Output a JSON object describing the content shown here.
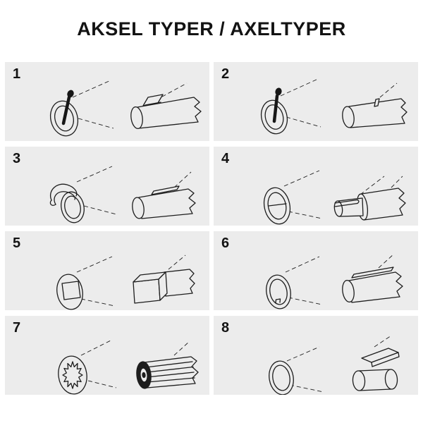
{
  "title": "AKSEL TYPER / AXELTYPER",
  "colors": {
    "background": "#ffffff",
    "cell_background": "#ececec",
    "line": "#1d1d1d",
    "text": "#131313"
  },
  "cells": [
    {
      "number": "1",
      "icon": "ring-with-locking-pin-and-slotted-shaft-icon"
    },
    {
      "number": "2",
      "icon": "ring-with-locking-pin-and-slot-hole-shaft-icon"
    },
    {
      "number": "3",
      "icon": "tube-with-spring-clip-and-keyed-shaft-icon"
    },
    {
      "number": "4",
      "icon": "tube-and-stepped-slotted-shaft-icon"
    },
    {
      "number": "5",
      "icon": "square-bore-tube-and-square-shaft-icon"
    },
    {
      "number": "6",
      "icon": "round-bore-tube-and-keyed-shaft-icon"
    },
    {
      "number": "7",
      "icon": "splined-tube-and-splined-shaft-icon"
    },
    {
      "number": "8",
      "icon": "tube-and-cylinder-with-wedge-icon"
    }
  ]
}
